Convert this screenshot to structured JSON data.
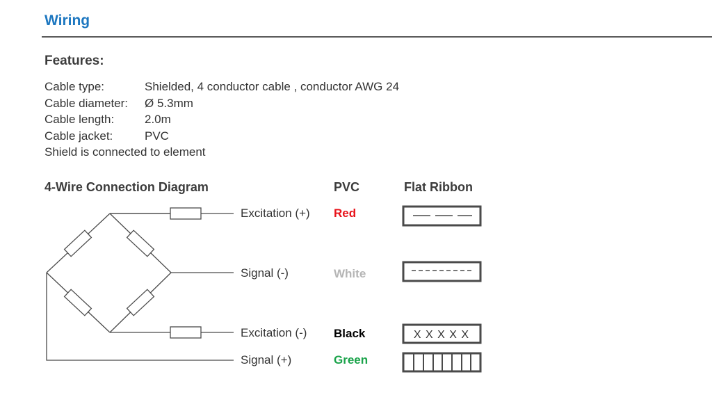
{
  "title": "Wiring",
  "features": {
    "heading": "Features:",
    "specs": [
      {
        "label": "Cable type:",
        "value": "Shielded, 4 conductor cable , conductor AWG 24"
      },
      {
        "label": "Cable diameter:",
        "value": "Ø 5.3mm"
      },
      {
        "label": "Cable length:",
        "value": "2.0m"
      },
      {
        "label": "Cable jacket:",
        "value": "PVC"
      }
    ],
    "note": "Shield is connected to element"
  },
  "diagram": {
    "heading": "4-Wire Connection Diagram",
    "pvc_heading": "PVC",
    "ribbon_heading": "Flat Ribbon",
    "wires": [
      {
        "signal": "Excitation (+)",
        "pvc": "Red",
        "pvc_color": "#e8141b",
        "ribbon_pattern": "long-dash"
      },
      {
        "signal": "Signal (-)",
        "pvc": "White",
        "pvc_color": "#b5b5b5",
        "ribbon_pattern": "short-dash"
      },
      {
        "signal": "Excitation (-)",
        "pvc": "Black",
        "pvc_color": "#000000",
        "ribbon_pattern": "X X X X X"
      },
      {
        "signal": "Signal (+)",
        "pvc": "Green",
        "pvc_color": "#1aa34a",
        "ribbon_pattern": "bars"
      }
    ]
  }
}
